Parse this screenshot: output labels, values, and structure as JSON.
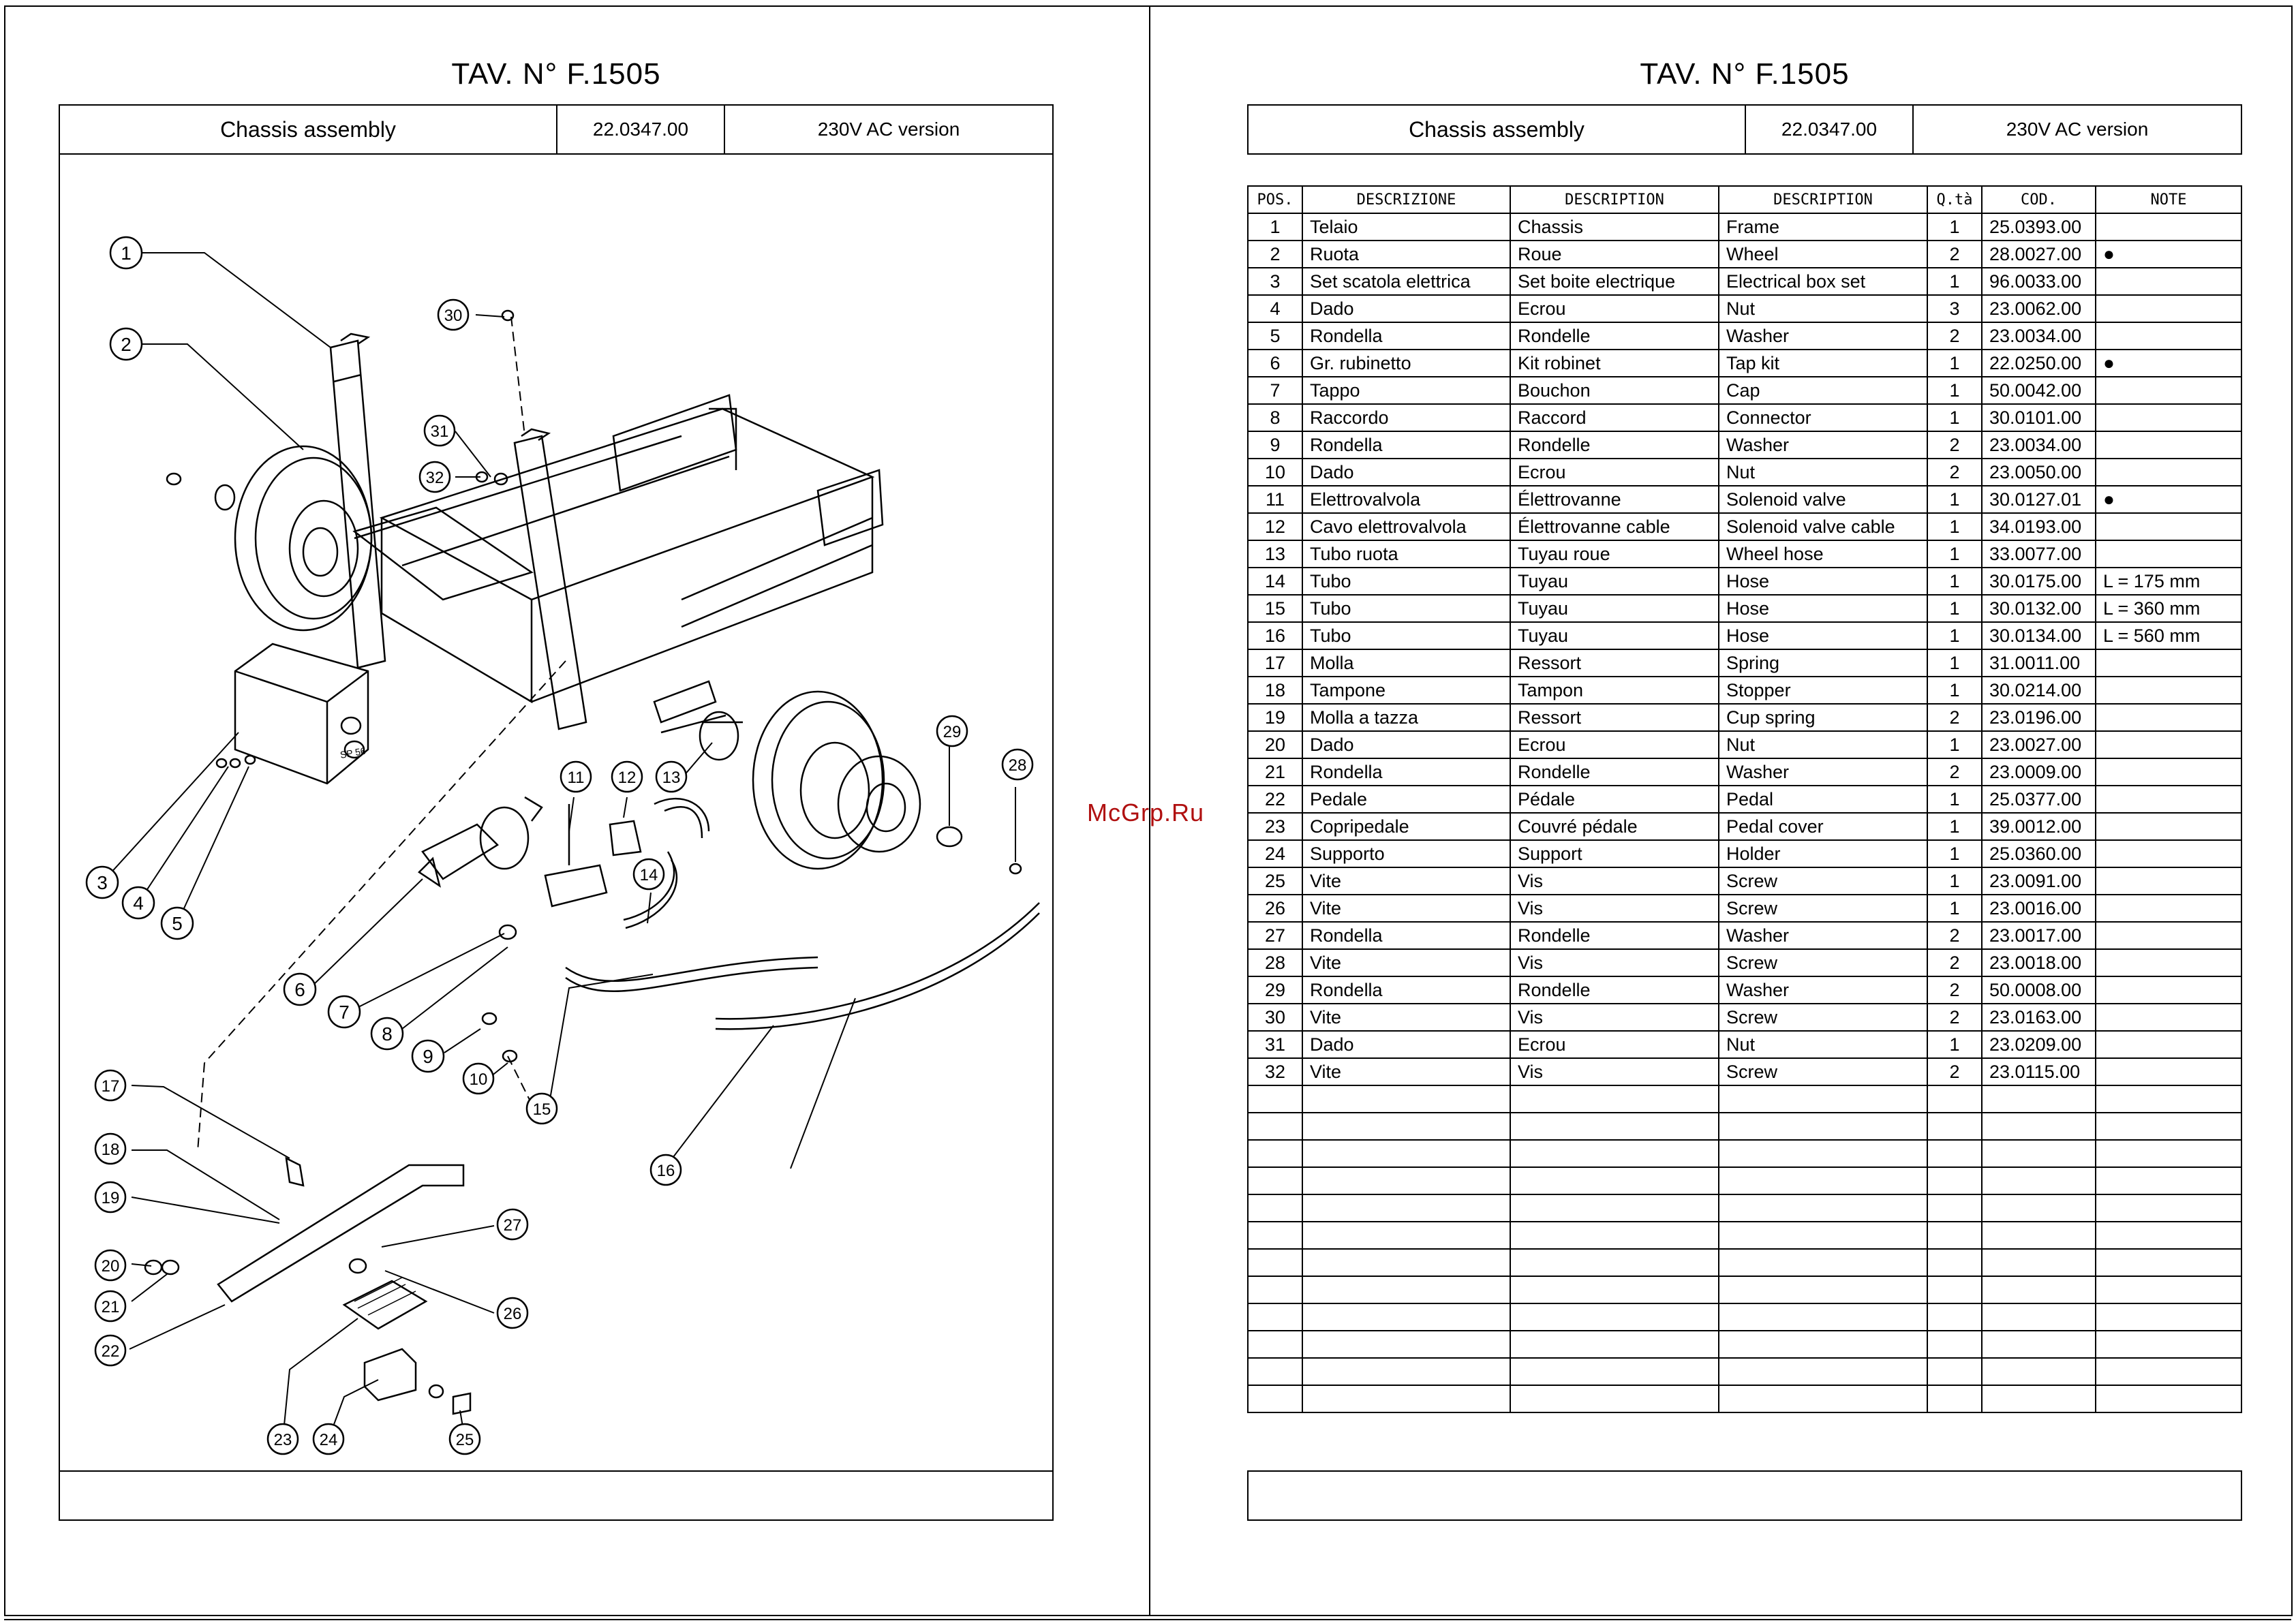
{
  "left_page": {
    "title": "TAV.  N° F.1505",
    "header": {
      "name": "Chassis assembly",
      "code": "22.0347.00",
      "version": "230V AC version"
    }
  },
  "right_page": {
    "title": "TAV.  N° F.1505",
    "header": {
      "name": "Chassis assembly",
      "code": "22.0347.00",
      "version": "230V AC version"
    }
  },
  "watermark": "McGrp.Ru",
  "diagram": {
    "callouts": [
      "1",
      "2",
      "3",
      "4",
      "5",
      "6",
      "7",
      "8",
      "9",
      "10",
      "11",
      "12",
      "13",
      "14",
      "15",
      "16",
      "17",
      "18",
      "19",
      "20",
      "21",
      "22",
      "23",
      "24",
      "25",
      "26",
      "27",
      "28",
      "29",
      "30",
      "31",
      "32"
    ],
    "plate_text": "SP 56"
  },
  "table": {
    "columns": [
      "POS.",
      "DESCRIZIONE",
      "DESCRIPTION",
      "DESCRIPTION",
      "Q.tà",
      "COD.",
      "NOTE"
    ],
    "rows": [
      [
        "1",
        "Telaio",
        "Chassis",
        "Frame",
        "1",
        "25.0393.00",
        ""
      ],
      [
        "2",
        "Ruota",
        "Roue",
        "Wheel",
        "2",
        "28.0027.00",
        "●"
      ],
      [
        "3",
        "Set scatola elettrica",
        "Set boite electrique",
        "Electrical box set",
        "1",
        "96.0033.00",
        ""
      ],
      [
        "4",
        "Dado",
        "Ecrou",
        "Nut",
        "3",
        "23.0062.00",
        ""
      ],
      [
        "5",
        "Rondella",
        "Rondelle",
        "Washer",
        "2",
        "23.0034.00",
        ""
      ],
      [
        "6",
        "Gr. rubinetto",
        "Kit robinet",
        "Tap kit",
        "1",
        "22.0250.00",
        "●"
      ],
      [
        "7",
        "Tappo",
        "Bouchon",
        "Cap",
        "1",
        "50.0042.00",
        ""
      ],
      [
        "8",
        "Raccordo",
        "Raccord",
        "Connector",
        "1",
        "30.0101.00",
        ""
      ],
      [
        "9",
        "Rondella",
        "Rondelle",
        "Washer",
        "2",
        "23.0034.00",
        ""
      ],
      [
        "10",
        "Dado",
        "Ecrou",
        "Nut",
        "2",
        "23.0050.00",
        ""
      ],
      [
        "11",
        "Elettrovalvola",
        "Élettrovanne",
        "Solenoid valve",
        "1",
        "30.0127.01",
        "●"
      ],
      [
        "12",
        "Cavo elettrovalvola",
        "Élettrovanne cable",
        "Solenoid valve cable",
        "1",
        "34.0193.00",
        ""
      ],
      [
        "13",
        "Tubo ruota",
        "Tuyau roue",
        "Wheel hose",
        "1",
        "33.0077.00",
        ""
      ],
      [
        "14",
        "Tubo",
        "Tuyau",
        "Hose",
        "1",
        "30.0175.00",
        "L = 175 mm"
      ],
      [
        "15",
        "Tubo",
        "Tuyau",
        "Hose",
        "1",
        "30.0132.00",
        "L = 360 mm"
      ],
      [
        "16",
        "Tubo",
        "Tuyau",
        "Hose",
        "1",
        "30.0134.00",
        "L = 560 mm"
      ],
      [
        "17",
        "Molla",
        "Ressort",
        "Spring",
        "1",
        "31.0011.00",
        ""
      ],
      [
        "18",
        "Tampone",
        "Tampon",
        "Stopper",
        "1",
        "30.0214.00",
        ""
      ],
      [
        "19",
        "Molla a tazza",
        "Ressort",
        "Cup spring",
        "2",
        "23.0196.00",
        ""
      ],
      [
        "20",
        "Dado",
        "Ecrou",
        "Nut",
        "1",
        "23.0027.00",
        ""
      ],
      [
        "21",
        "Rondella",
        "Rondelle",
        "Washer",
        "2",
        "23.0009.00",
        ""
      ],
      [
        "22",
        "Pedale",
        "Pédale",
        "Pedal",
        "1",
        "25.0377.00",
        ""
      ],
      [
        "23",
        "Copripedale",
        "Couvré pédale",
        "Pedal cover",
        "1",
        "39.0012.00",
        ""
      ],
      [
        "24",
        "Supporto",
        "Support",
        "Holder",
        "1",
        "25.0360.00",
        ""
      ],
      [
        "25",
        "Vite",
        "Vis",
        "Screw",
        "1",
        "23.0091.00",
        ""
      ],
      [
        "26",
        "Vite",
        "Vis",
        "Screw",
        "1",
        "23.0016.00",
        ""
      ],
      [
        "27",
        "Rondella",
        "Rondelle",
        "Washer",
        "2",
        "23.0017.00",
        ""
      ],
      [
        "28",
        "Vite",
        "Vis",
        "Screw",
        "2",
        "23.0018.00",
        ""
      ],
      [
        "29",
        "Rondella",
        "Rondelle",
        "Washer",
        "2",
        "50.0008.00",
        ""
      ],
      [
        "30",
        "Vite",
        "Vis",
        "Screw",
        "2",
        "23.0163.00",
        ""
      ],
      [
        "31",
        "Dado",
        "Ecrou",
        "Nut",
        "1",
        "23.0209.00",
        ""
      ],
      [
        "32",
        "Vite",
        "Vis",
        "Screw",
        "2",
        "23.0115.00",
        ""
      ],
      [
        "",
        "",
        "",
        "",
        "",
        "",
        ""
      ],
      [
        "",
        "",
        "",
        "",
        "",
        "",
        ""
      ],
      [
        "",
        "",
        "",
        "",
        "",
        "",
        ""
      ],
      [
        "",
        "",
        "",
        "",
        "",
        "",
        ""
      ],
      [
        "",
        "",
        "",
        "",
        "",
        "",
        ""
      ],
      [
        "",
        "",
        "",
        "",
        "",
        "",
        ""
      ],
      [
        "",
        "",
        "",
        "",
        "",
        "",
        ""
      ],
      [
        "",
        "",
        "",
        "",
        "",
        "",
        ""
      ],
      [
        "",
        "",
        "",
        "",
        "",
        "",
        ""
      ],
      [
        "",
        "",
        "",
        "",
        "",
        "",
        ""
      ],
      [
        "",
        "",
        "",
        "",
        "",
        "",
        ""
      ],
      [
        "",
        "",
        "",
        "",
        "",
        "",
        ""
      ]
    ]
  }
}
